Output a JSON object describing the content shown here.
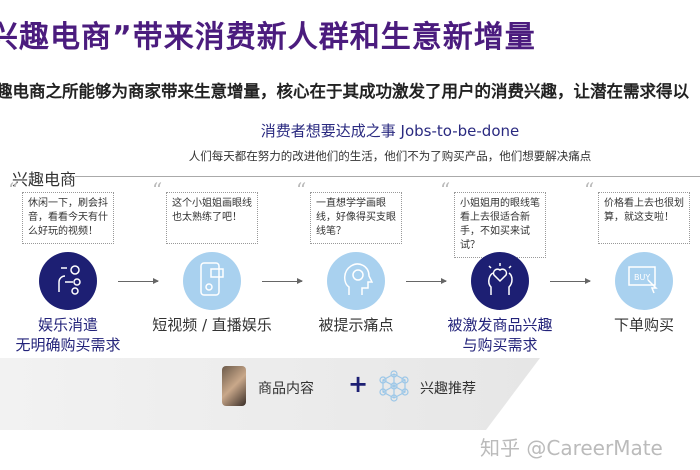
{
  "title": "兴趣电商”带来消费新人群和生意新增量",
  "subtitle": "趣电商之所能够为商家带来生意增量，核心在于其成功激发了用户的消费兴趣，让潜在需求得以",
  "jobs_heading": "消费者想要达成之事 Jobs-to-be-done",
  "jobs_subheading": "人们每天都在努力的改进他们的生活，他们不为了购买产品，他们想要解决痛点",
  "section_label": "兴趣电商",
  "steps": [
    {
      "quote": "休闲一下，刷会抖音，看看今天有什么好玩的视频！",
      "label1": "娱乐消遣",
      "label2": "无明确购买需求",
      "icon": "brain-gears-icon",
      "style": "dark"
    },
    {
      "quote": "这个小姐姐画眼线也太熟练了吧！",
      "label1": "短视频 / 直播娱乐",
      "label2": "",
      "icon": "phone-live-icon",
      "style": "light"
    },
    {
      "quote": "一直想学学画眼线，好像得买支眼线笔？",
      "label1": "被提示痛点",
      "label2": "",
      "icon": "head-lightbulb-icon",
      "style": "light"
    },
    {
      "quote": "小姐姐用的眼线笔看上去很适合新手，不如买来试试？",
      "label1": "被激发商品兴趣",
      "label2": "与购买需求",
      "icon": "head-heart-icon",
      "style": "dark"
    },
    {
      "quote": "价格看上去也很划算，就这支啦！",
      "label1": "下单购买",
      "label2": "",
      "icon": "buy-click-icon",
      "style": "light",
      "icon_text": "BUY"
    }
  ],
  "bottom": {
    "item1": "商品内容",
    "plus": "+",
    "item2": "兴趣推荐"
  },
  "watermark": "知乎 @CareerMate",
  "colors": {
    "title": "#4b1c7e",
    "dark_circle": "#1d1f73",
    "light_circle": "#a9d1ef"
  }
}
